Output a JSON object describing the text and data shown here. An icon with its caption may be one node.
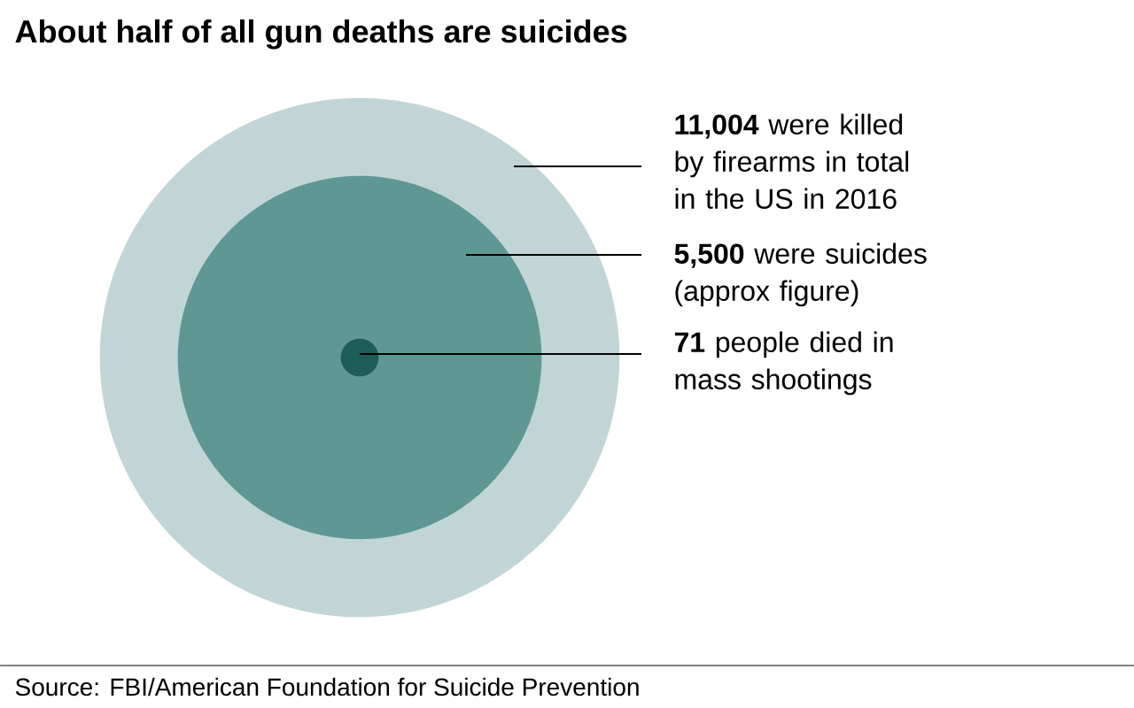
{
  "diagram": {
    "title": "About half of all gun deaths are suicides",
    "nodes": [
      {
        "text": [],
        "shape": "circle"
      },
      {
        "text": [],
        "shape": "circle",
        "in": 0
      },
      {
        "text": [],
        "shape": "circle",
        "in": 1
      },
      {
        "text": [
          "**11,004** were killed by firearms in total in the US in 2016"
        ]
      },
      {
        "text": [
          "**5,500** were suicides (approx figure)"
        ]
      },
      {
        "text": [
          "**71** people died in mass shootings"
        ]
      }
    ],
    "edges": [
      {
        "from": 3,
        "to": 0,
        "arrow": "none"
      },
      {
        "from": 4,
        "to": 1,
        "arrow": "none"
      },
      {
        "from": 5,
        "to": 2,
        "arrow": "none"
      }
    ],
    "labels": [
      "Source: FBI/American Foundation for Suicide Prevention"
    ]
  }
}
